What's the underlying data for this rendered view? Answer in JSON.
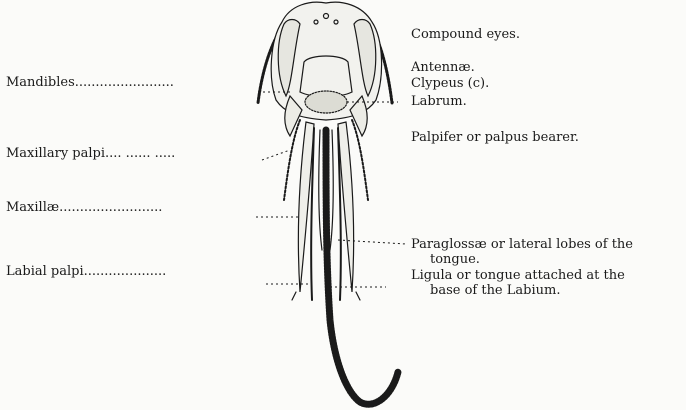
{
  "left_labels": {
    "mandibles": "Mandibles........................",
    "maxillary_palpi": "Maxillary palpi.... ...... .....",
    "maxillae": "Maxillæ.........................",
    "labial_palpi": "Labial palpi...................."
  },
  "right_labels": {
    "compound_eyes": "Compound eyes.",
    "antennae": "Antennæ.",
    "clypeus": "Clypeus (c).",
    "labrum": "Labrum.",
    "palpifer": "Palpifer or palpus bearer.",
    "paraglossae_line1": "Paraglossæ or lateral lobes of the",
    "paraglossae_line2": "tongue.",
    "ligula_line1": "Ligula or tongue attached at the",
    "ligula_line2": "base of the Labium."
  },
  "colors": {
    "ink": "#1a1a1a",
    "paper": "#fbfbf9"
  }
}
